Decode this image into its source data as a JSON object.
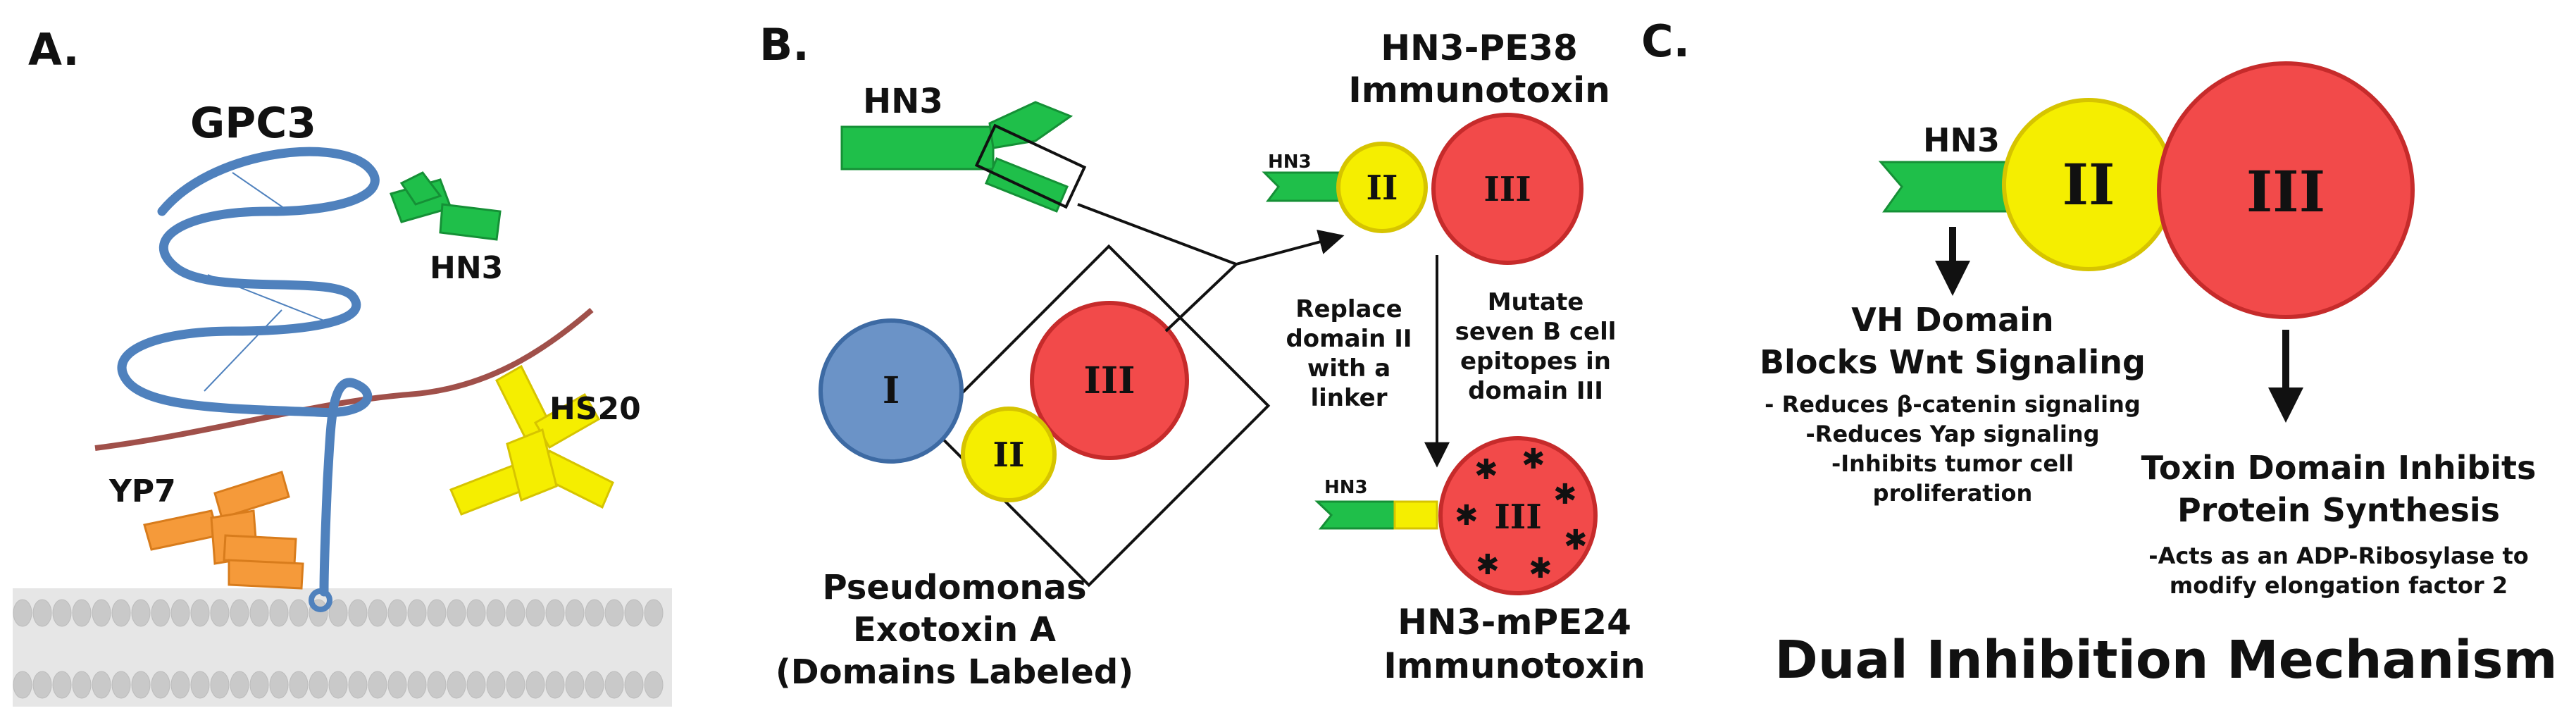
{
  "panel_a": {
    "letter": "A.",
    "gpc3_label": "GPC3",
    "hn3_label": "HN3",
    "hs20_label": "HS20",
    "yp7_label": "YP7"
  },
  "panel_b": {
    "letter": "B.",
    "hn3_label": "HN3",
    "pe38_title_line1": "HN3-PE38",
    "pe38_title_line2": "Immunotoxin",
    "pe38_hn3_tag": "HN3",
    "pe38_domain2": "II",
    "pe38_domain3": "III",
    "domain1": "I",
    "domain2": "II",
    "domain3": "III",
    "replace_line1": "Replace",
    "replace_line2": "domain II",
    "replace_line3": "with a",
    "replace_line4": "linker",
    "mutate_line1": "Mutate",
    "mutate_line2": "seven B cell",
    "mutate_line3": "epitopes in",
    "mutate_line4": "domain III",
    "mpe24_hn3_tag": "HN3",
    "mpe24_domain3": "III",
    "exotoxin_line1": "Pseudomonas",
    "exotoxin_line2": "Exotoxin A",
    "exotoxin_line3": "(Domains Labeled)",
    "mpe24_title_line1": "HN3-mPE24",
    "mpe24_title_line2": "Immunotoxin"
  },
  "panel_c": {
    "letter": "C.",
    "hn3_label": "HN3",
    "domain2": "II",
    "domain3": "III",
    "vh_title_line1": "VH Domain",
    "vh_title_line2": "Blocks Wnt Signaling",
    "vh_bullet1": "- Reduces β-catenin signaling",
    "vh_bullet2": "-Reduces Yap signaling",
    "vh_bullet3_line1": "-Inhibits tumor cell",
    "vh_bullet3_line2": "proliferation",
    "toxin_title_line1": "Toxin Domain Inhibits",
    "toxin_title_line2": "Protein Synthesis",
    "toxin_desc_line1": "-Acts as an ADP-Ribosylase to",
    "toxin_desc_line2": "modify elongation factor 2",
    "mechanism_title": "Dual Inhibition Mechanism"
  },
  "colors": {
    "green": "#1fbf4a",
    "yellow": "#f5ee00",
    "red": "#f24a4a",
    "blue": "#6b93c7",
    "orange": "#f59a3a",
    "gpc3_blue": "#4f81bd",
    "membrane_red": "#a0504a",
    "membrane_gray": "#c9c9c9"
  }
}
